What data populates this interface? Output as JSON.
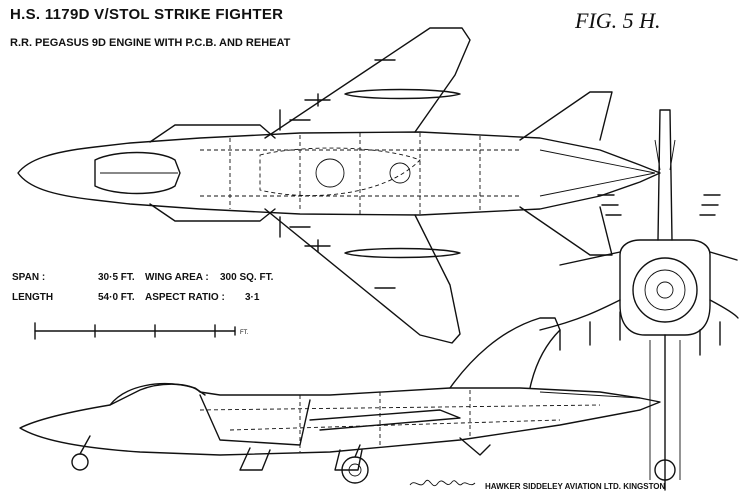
{
  "title": "H.S. 1179D V/STOL STRIKE FIGHTER",
  "subtitle": "R.R. PEGASUS 9D ENGINE WITH P.C.B. AND REHEAT",
  "fig_label": "FIG. 5 H.",
  "specs": {
    "span_label": "SPAN :",
    "span_value": "30·5 FT.",
    "length_label": "LENGTH",
    "length_value": "54·0 FT.",
    "wing_area_label": "WING AREA :",
    "wing_area_value": "300 SQ. FT.",
    "aspect_ratio_label": "ASPECT RATIO :",
    "aspect_ratio_value": "3·1"
  },
  "scale_bar": {
    "unit": "FT."
  },
  "footer": "HAWKER SIDDELEY AVIATION LTD. KINGSTON",
  "colors": {
    "ink": "#111111",
    "paper": "#ffffff"
  }
}
